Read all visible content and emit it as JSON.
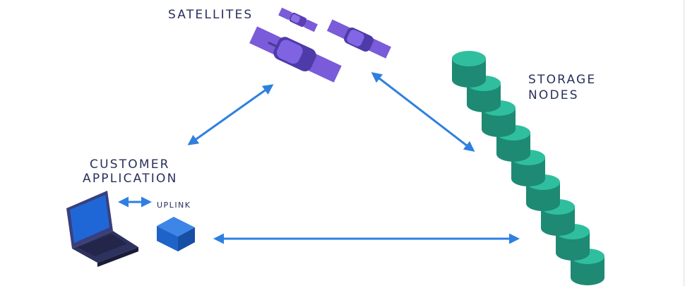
{
  "labels": {
    "satellites": "SATELLITES",
    "storage_line1": "STORAGE",
    "storage_line2": "NODES",
    "customer_line1": "CUSTOMER",
    "customer_line2": "APPLICATION",
    "uplink": "UPLINK"
  },
  "colors": {
    "text": "#2a2f5c",
    "arrow": "#2f7fe0",
    "satellite": "#7a5bd9",
    "satellite_dark": "#4a3a90",
    "storage": "#2fbf9f",
    "storage_dark": "#1e8a73",
    "laptop": "#3a3f7c",
    "laptop_screen": "#1f67d6",
    "uplink_box": "#1d63c8"
  },
  "icons": [
    "satellite-icon",
    "laptop-icon",
    "uplink-device-icon",
    "storage-disk-icon"
  ]
}
